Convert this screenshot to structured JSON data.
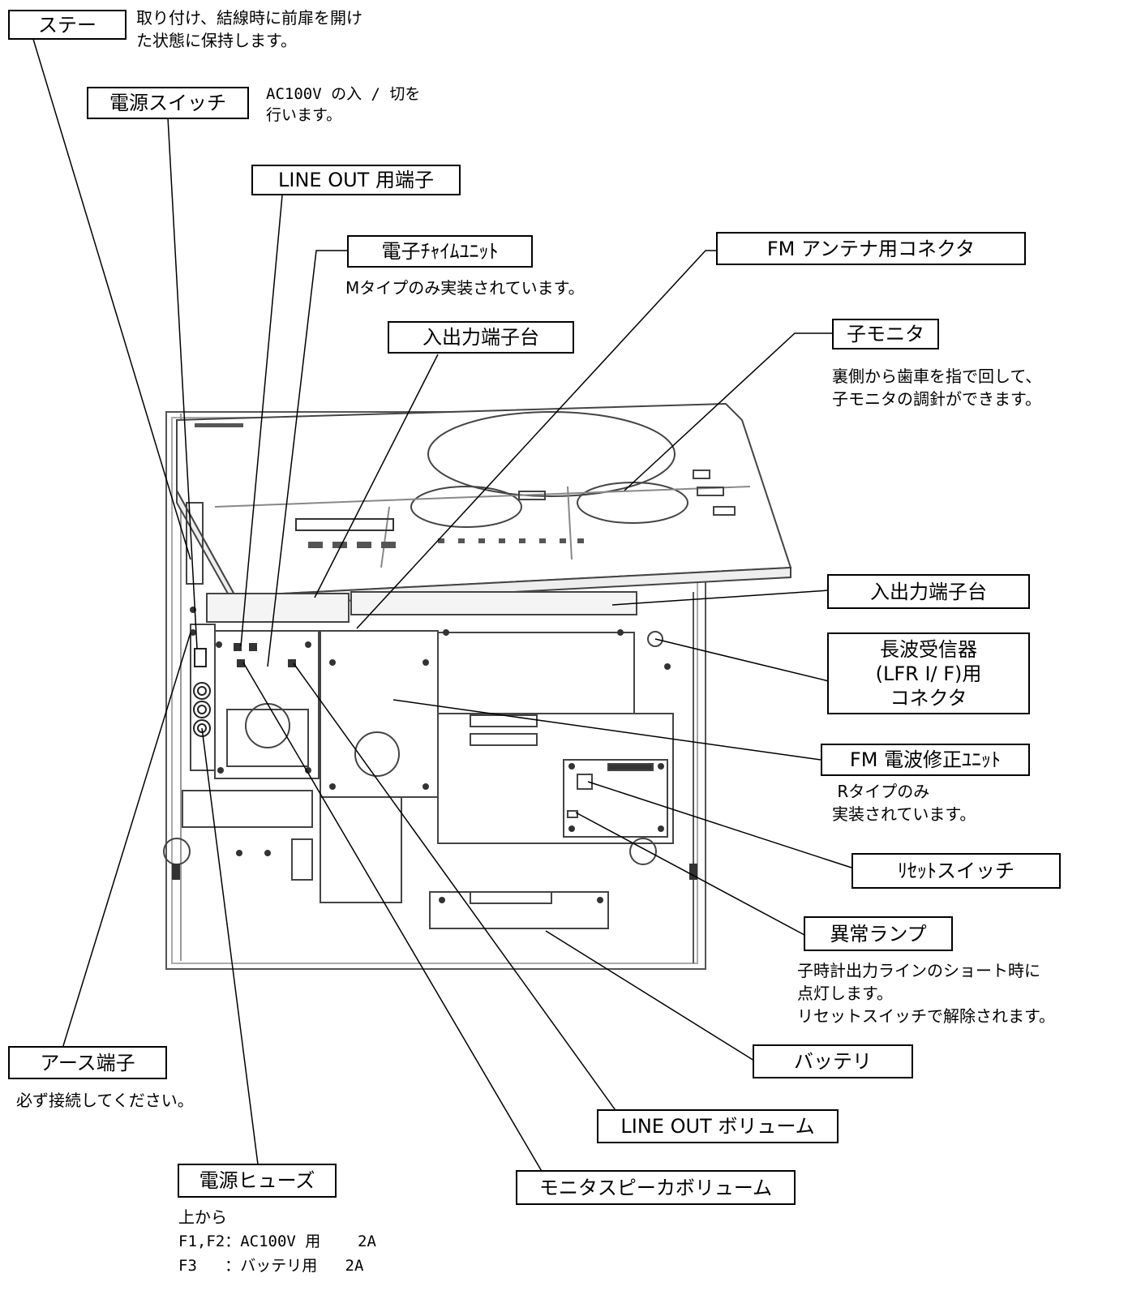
{
  "labels": {
    "stay": "ステー",
    "power_switch": "電源スイッチ",
    "line_out_terminal": "LINE OUT 用端子",
    "chime_unit": "電子ﾁｬｲﾑﾕﾆｯﾄ",
    "io_terminal_top": "入出力端子台",
    "fm_antenna": "FM アンテナ用コネクタ",
    "sub_monitor": "子モニタ",
    "io_terminal_right": "入出力端子台",
    "longwave": "長波受信器\n(LFR Ⅰ/ F)用\nコネクタ",
    "fm_correction": "FM 電波修正ﾕﾆｯﾄ",
    "reset_switch": "ﾘｾｯﾄスイッチ",
    "abnormal_lamp": "異常ランプ",
    "battery": "バッテリ",
    "line_out_volume": "LINE OUT ボリューム",
    "monitor_volume": "モニタスピーカボリューム",
    "earth": "アース端子",
    "fuse": "電源ヒューズ"
  },
  "notes": {
    "stay": "取り付け、結線時に前扉を開け\nた状態に保持します。",
    "power_switch": "AC100V の入 / 切を\n行います。",
    "chime_unit": "Mタイプのみ実装されています。",
    "sub_monitor": "裏側から歯車を指で回して、\n子モニタの調針ができます。",
    "fm_correction": " Rタイプのみ\n実装されています。",
    "abnormal_lamp": "子時計出力ラインのショート時に\n点灯します。\nリセットスイッチで解除されます。",
    "earth": "必ず接続してください。",
    "fuse_header": "上から",
    "fuse_lines": [
      "F1,F2：AC100V 用    2A",
      "F3   ：バッテリ用   2A"
    ]
  },
  "icons": [
    "panel-illustration",
    "leader-lines"
  ]
}
